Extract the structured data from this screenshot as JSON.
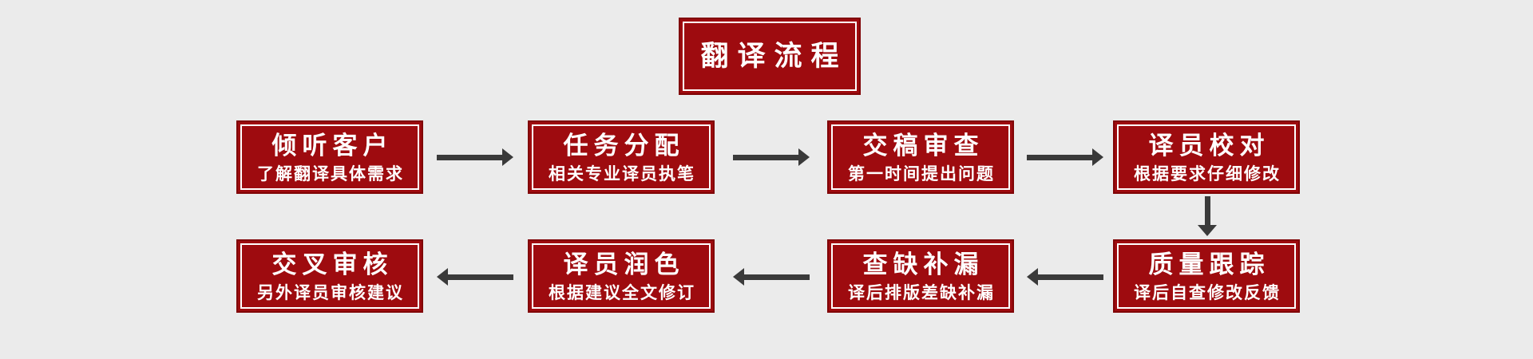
{
  "title": {
    "label": "翻译流程"
  },
  "colors": {
    "background": "#EBEBEB",
    "box_fill": "#9E0B0F",
    "box_outline": "#800406",
    "inner_border": "#FFFFFF",
    "text": "#FFFFFF",
    "arrow": "#3A3A3A"
  },
  "steps": [
    {
      "order": 1,
      "title": "倾听客户",
      "subtitle": "了解翻译具体需求"
    },
    {
      "order": 2,
      "title": "任务分配",
      "subtitle": "相关专业译员执笔"
    },
    {
      "order": 3,
      "title": "交稿审查",
      "subtitle": "第一时间提出问题"
    },
    {
      "order": 4,
      "title": "译员校对",
      "subtitle": "根据要求仔细修改"
    },
    {
      "order": 5,
      "title": "质量跟踪",
      "subtitle": "译后自查修改反馈"
    },
    {
      "order": 6,
      "title": "查缺补漏",
      "subtitle": "译后排版差缺补漏"
    },
    {
      "order": 7,
      "title": "译员润色",
      "subtitle": "根据建议全文修订"
    },
    {
      "order": 8,
      "title": "交叉审核",
      "subtitle": "另外译员审核建议"
    }
  ]
}
